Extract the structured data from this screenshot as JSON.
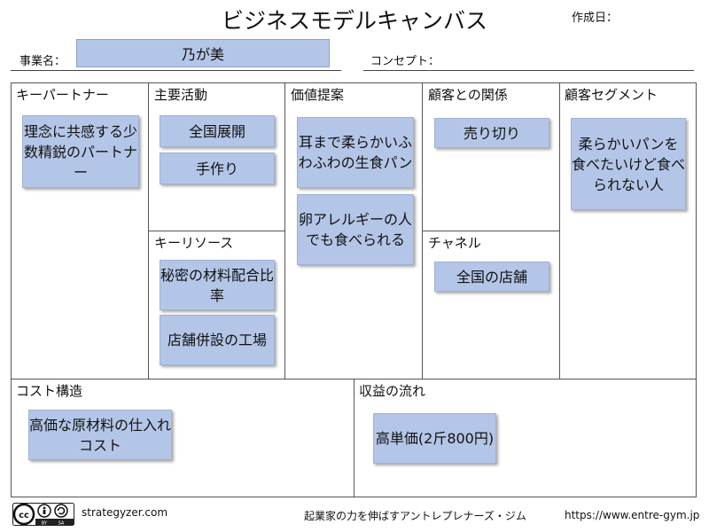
{
  "header": {
    "title": "ビジネスモデルキャンバス",
    "created_label": "作成日：",
    "business_name_label": "事業名：",
    "business_name_value": "乃が美",
    "concept_label": "コンセプト："
  },
  "canvas": {
    "key_partners": {
      "title": "キーパートナー",
      "notes": [
        "理念に共感する少数精鋭のパートナー"
      ]
    },
    "key_activities": {
      "title": "主要活動",
      "notes": [
        "全国展開",
        "手作り"
      ]
    },
    "key_resources": {
      "title": "キーリソース",
      "notes": [
        "秘密の材料配合比率",
        "店舗併設の工場"
      ]
    },
    "value_propositions": {
      "title": "価値提案",
      "notes": [
        "耳まで柔らかいふわふわの生食パン",
        "卵アレルギーの人でも食べられる"
      ]
    },
    "customer_relationships": {
      "title": "顧客との関係",
      "notes": [
        "売り切り"
      ]
    },
    "channels": {
      "title": "チャネル",
      "notes": [
        "全国の店舗"
      ]
    },
    "customer_segments": {
      "title": "顧客セグメント",
      "notes": [
        "柔らかいパンを食べたいけど食べられない人"
      ]
    },
    "cost_structure": {
      "title": "コスト構造",
      "notes": [
        "高価な原材料の仕入れコスト"
      ]
    },
    "revenue_streams": {
      "title": "収益の流れ",
      "notes": [
        "高単価(2斤800円)"
      ]
    }
  },
  "footer": {
    "cc_label": "cc BY SA",
    "strategyzer": "strategyzer.com",
    "tagline": "起業家の力を伸ばすアントレプレナーズ・ジム",
    "url": "https://www.entre-gym.jp"
  },
  "colors": {
    "note_fill": "#b4c6e7",
    "line": "#555555"
  }
}
